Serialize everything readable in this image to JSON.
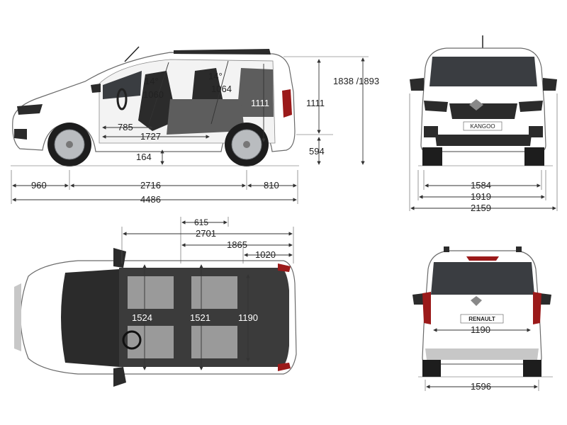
{
  "side_view": {
    "angle_front": "14°",
    "angle_rear": "14°",
    "dims": {
      "front_headroom": "1060",
      "rear_headroom": "1064",
      "front_legroom": "785",
      "cargo_length": "1727",
      "cargo_height": "1111",
      "interior_height": "1111",
      "ground_clearance": "164",
      "sill_height": "594",
      "height": "1838 /1893",
      "front_overhang": "960",
      "wheelbase": "2716",
      "rear_overhang": "810",
      "length": "4486"
    }
  },
  "front_view": {
    "badge": "KANGOO",
    "dims": {
      "track": "1584",
      "width": "1919",
      "width_mirrors": "2159"
    }
  },
  "top_view": {
    "dims": {
      "seat_gap": "615",
      "load_length_max": "2701",
      "load_length_row2": "1865",
      "load_length_row3": "1020",
      "width_front": "1524",
      "width_rear": "1521",
      "width_between_arches": "1190"
    }
  },
  "rear_view": {
    "badge": "RENAULT",
    "dims": {
      "tailgate_width": "1190",
      "rear_track": "1596"
    }
  }
}
